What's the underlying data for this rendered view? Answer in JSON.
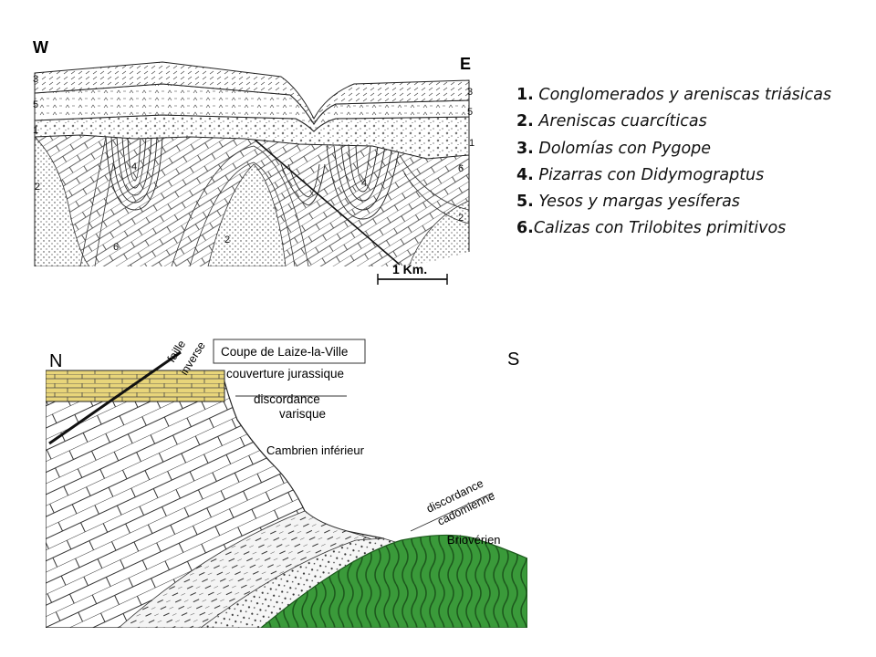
{
  "section1": {
    "west_label": "W",
    "east_label": "E",
    "scale_label": "1 Km.",
    "unit_labels": [
      "3",
      "5",
      "1",
      "2",
      "6",
      "4",
      "2",
      "4",
      "3",
      "5",
      "1",
      "6",
      "2"
    ]
  },
  "legend": {
    "items": [
      {
        "num": "1.",
        "text": "Conglomerados y areniscas triásicas"
      },
      {
        "num": "2.",
        "text": "Areniscas cuarcíticas"
      },
      {
        "num": "3.",
        "text": "Dolomías con Pygope"
      },
      {
        "num": "4.",
        "text": "Pizarras con Didymograptus"
      },
      {
        "num": "5.",
        "text": "Yesos y margas yesíferas"
      },
      {
        "num": "6.",
        "text": "Calizas con Trilobites primitivos"
      }
    ]
  },
  "section2": {
    "north_label": "N",
    "south_label": "S",
    "title": "Coupe de Laize-la-Ville",
    "fault_label_1": "faille",
    "fault_label_2": "inverse",
    "cover_label": "couverture jurassique",
    "unconformity1_line1": "discordance",
    "unconformity1_line2": "varisque",
    "cambrian_label": "Cambrien inférieur",
    "unconformity2_line1": "discordance",
    "unconformity2_line2": "cadomienne",
    "brioverian_label": "Briovérien",
    "colors": {
      "jurassic": "#e8d57a",
      "brioverian": "#3a9a3a",
      "background": "#ffffff",
      "line": "#222222"
    }
  }
}
